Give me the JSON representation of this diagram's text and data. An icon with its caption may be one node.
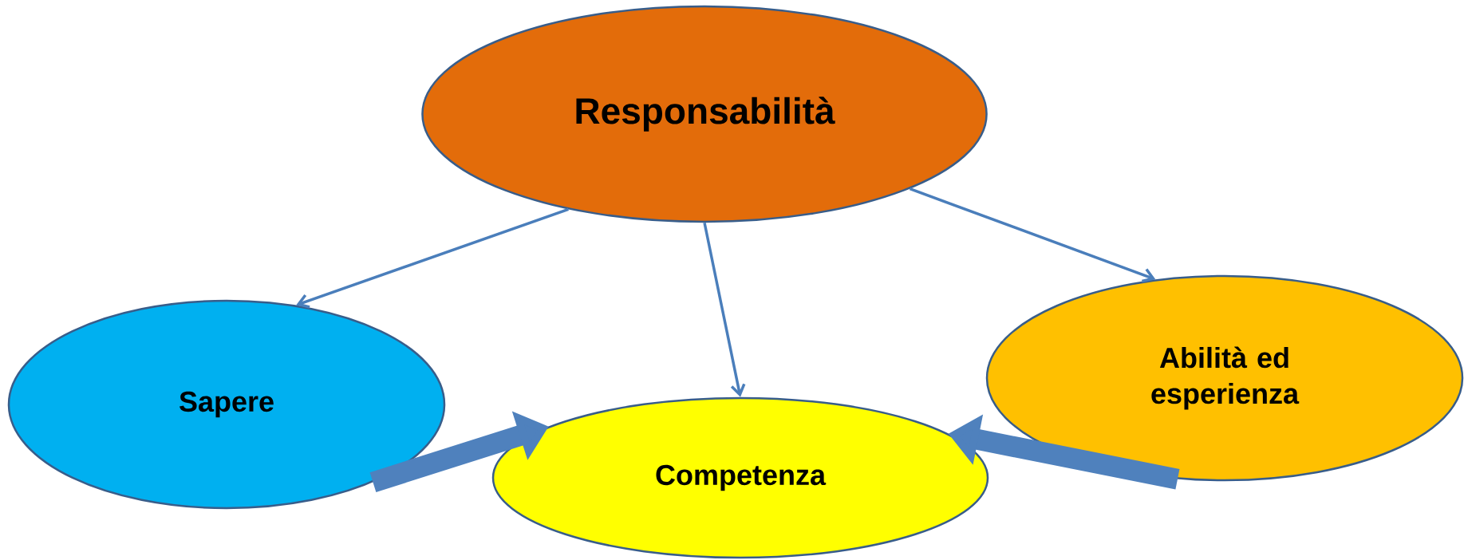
{
  "diagram": {
    "nodes": [
      {
        "text": [
          "Responsabilità"
        ]
      },
      {
        "text": [
          "Sapere"
        ]
      },
      {
        "text": [
          "Abilità ed esperienza"
        ]
      },
      {
        "text": [
          "Competenza"
        ]
      }
    ],
    "edges": [
      {
        "from": 0,
        "to": 1,
        "arrow": "to"
      },
      {
        "from": 0,
        "to": 3,
        "arrow": "to"
      },
      {
        "from": 0,
        "to": 2,
        "arrow": "to"
      },
      {
        "from": 1,
        "to": 3,
        "arrow": "to",
        "style": "thick"
      },
      {
        "from": 2,
        "to": 3,
        "arrow": "to",
        "style": "thick"
      }
    ]
  }
}
